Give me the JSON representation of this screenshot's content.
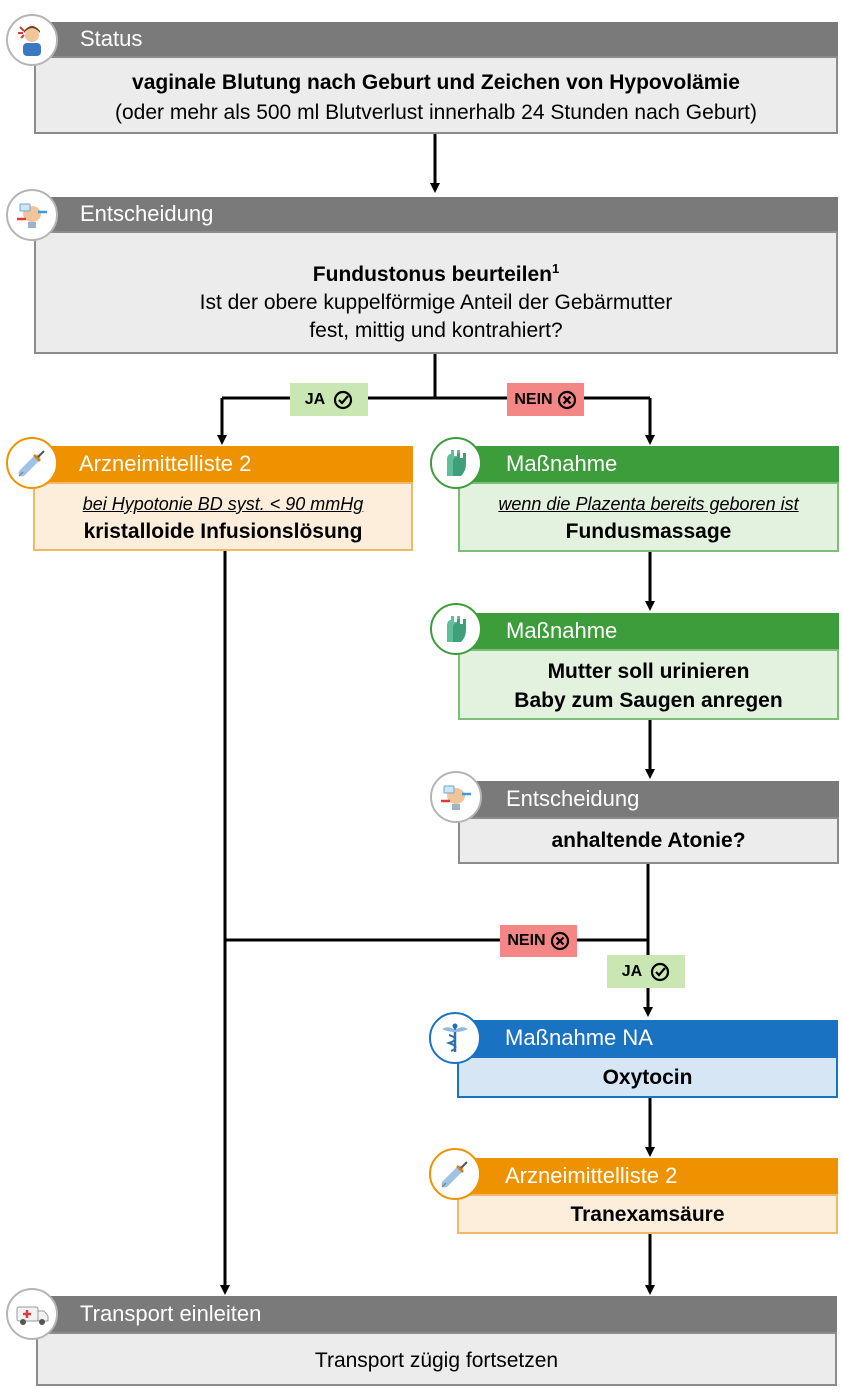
{
  "status": {
    "header": "Status",
    "line1": "vaginale Blutung nach Geburt und Zeichen von Hypovolämie",
    "line2": "(oder mehr als 500 ml Blutverlust innerhalb 24 Stunden nach Geburt)",
    "icon": "person-headache-icon"
  },
  "decision1": {
    "header": "Entscheidung",
    "title": "Fundustonus beurteilen",
    "footnote": "1",
    "line2": "Ist der obere kuppelförmige Anteil der Gebärmutter",
    "line3": "fest, mittig und kontrahiert?",
    "icon": "decision-hand-icon"
  },
  "branch_ja_1": "JA",
  "branch_nein_1": "NEIN",
  "med1": {
    "header": "Arzneimittelliste 2",
    "condition": "bei Hypotonie BD syst. < 90 mmHg",
    "drug": "kristalloide Infusionslösung",
    "icon": "syringe-icon"
  },
  "measure1": {
    "header": "Maßnahme",
    "condition": "wenn die Plazenta bereits geboren ist",
    "action": "Fundusmassage",
    "icon": "gloves-icon"
  },
  "measure2": {
    "header": "Maßnahme",
    "line1": "Mutter soll urinieren",
    "line2": "Baby zum Saugen anregen",
    "icon": "gloves-icon"
  },
  "decision2": {
    "header": "Entscheidung",
    "question": "anhaltende Atonie?",
    "icon": "decision-hand-icon"
  },
  "branch_nein_2": "NEIN",
  "branch_ja_2": "JA",
  "measure_na": {
    "header": "Maßnahme NA",
    "action": "Oxytocin",
    "icon": "caduceus-icon"
  },
  "med2": {
    "header": "Arzneimittelliste 2",
    "drug": "Tranexamsäure",
    "icon": "syringe-icon"
  },
  "transport": {
    "header": "Transport einleiten",
    "text": "Transport zügig fortsetzen",
    "icon": "ambulance-icon"
  },
  "colors": {
    "gray": "#7a7a7a",
    "orange": "#ef9200",
    "green": "#3c9d3a",
    "blue": "#1a72c2",
    "ja_badge": "#c9e6b3",
    "nein_badge": "#f48686"
  }
}
